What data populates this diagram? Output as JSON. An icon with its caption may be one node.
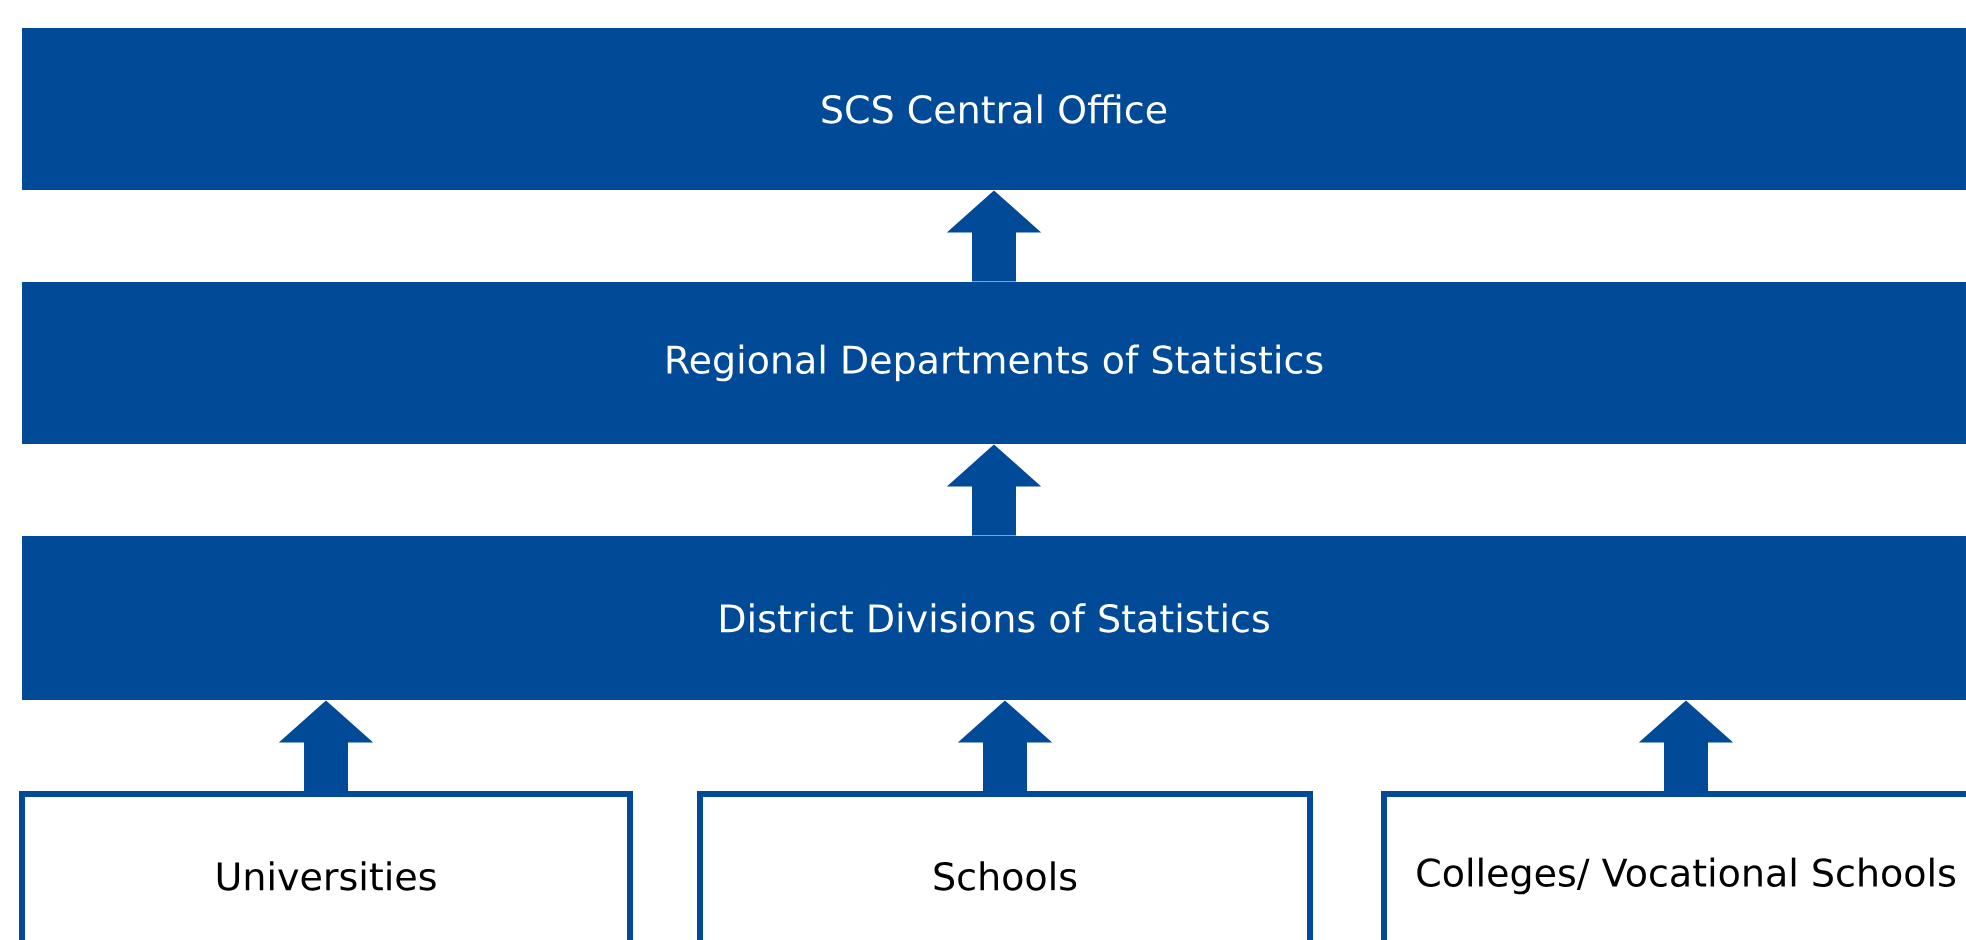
{
  "diagram": {
    "nodes": [
      {
        "text": [
          "SCS Central Office"
        ]
      },
      {
        "text": [
          "Regional Departments of Statistics"
        ]
      },
      {
        "text": [
          "District Divisions of Statistics"
        ]
      },
      {
        "text": [
          "Universities"
        ]
      },
      {
        "text": [
          "Schools"
        ]
      },
      {
        "text": [
          "Colleges/ Vocational Schools"
        ]
      }
    ],
    "edges": [
      {
        "from": 1,
        "to": 0,
        "arrow": "to"
      },
      {
        "from": 2,
        "to": 1,
        "arrow": "to"
      },
      {
        "from": 3,
        "to": 2,
        "arrow": "to"
      },
      {
        "from": 4,
        "to": 2,
        "arrow": "to"
      },
      {
        "from": 5,
        "to": 2,
        "arrow": "to"
      }
    ]
  }
}
